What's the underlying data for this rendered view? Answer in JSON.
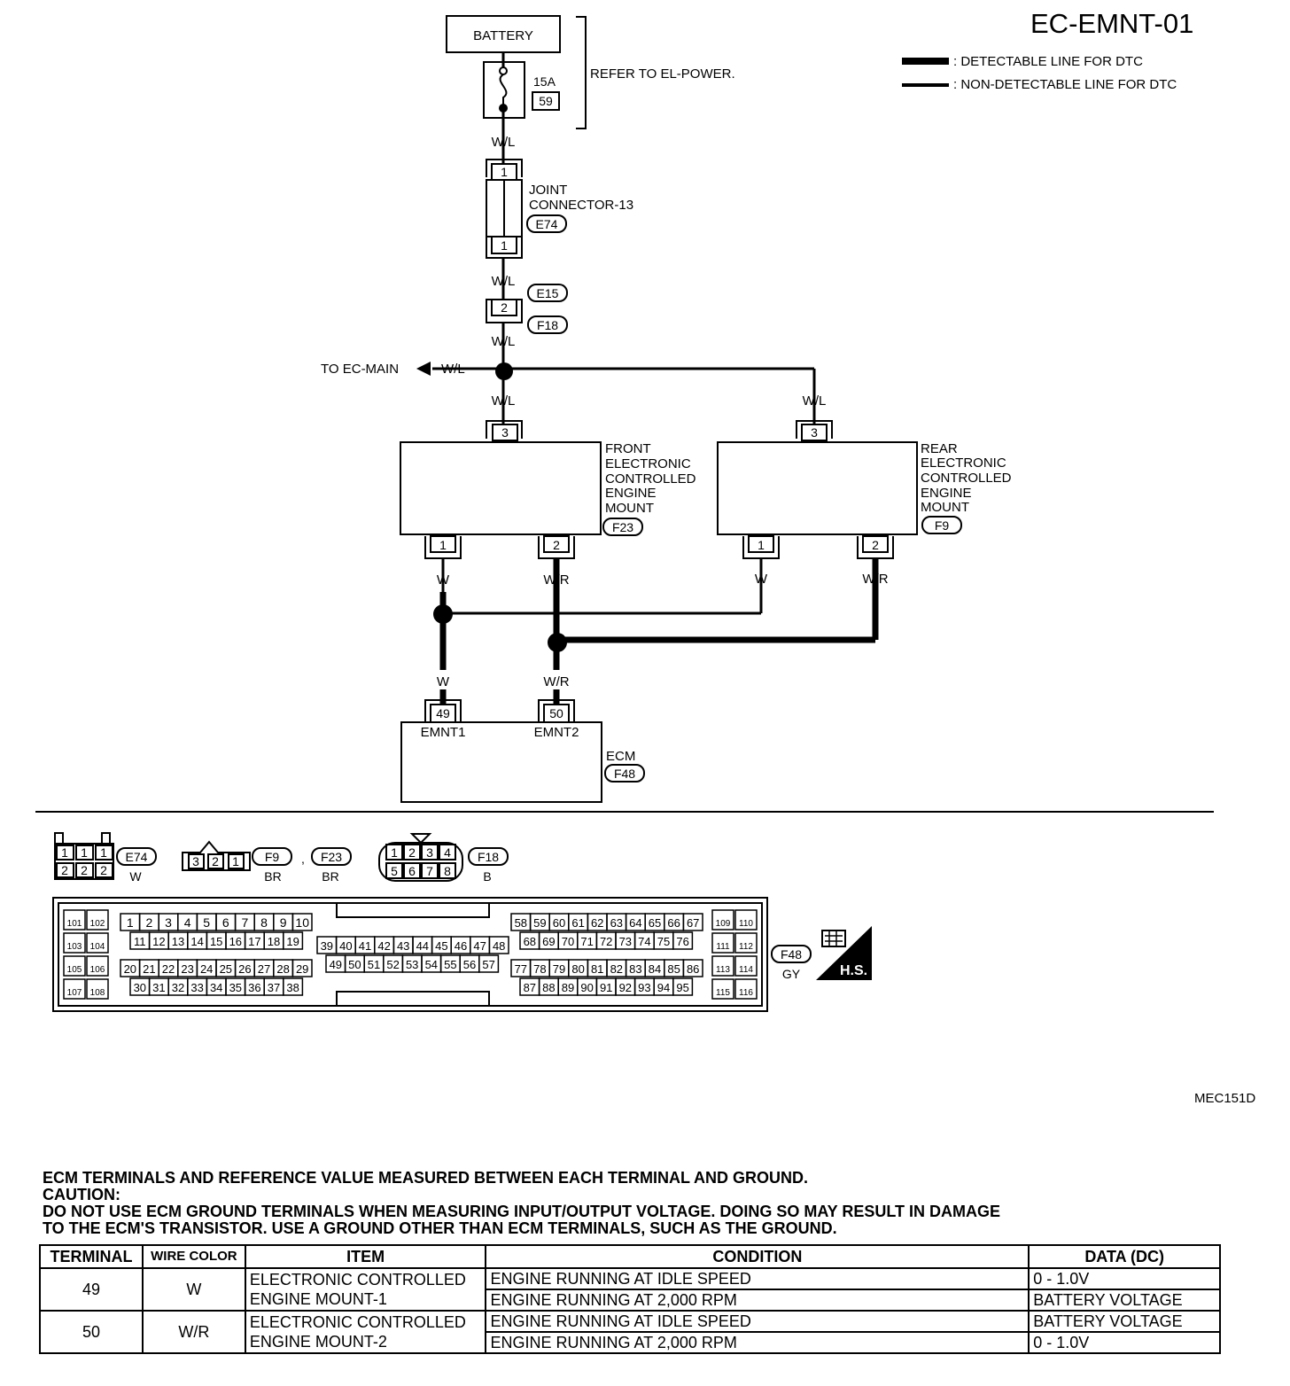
{
  "diagram": {
    "code": "EC-EMNT-01",
    "figure_id": "MEC151D",
    "legend": {
      "detectable": ": DETECTABLE LINE FOR DTC",
      "non_detectable": ": NON-DETECTABLE LINE FOR DTC"
    },
    "battery": "BATTERY",
    "fuse": {
      "rating": "15A",
      "number": "59"
    },
    "power_ref": "REFER TO EL-POWER.",
    "joint_connector": {
      "line1": "JOINT",
      "line2": "CONNECTOR-13",
      "code": "E74",
      "pin": "1"
    },
    "inline_connector": {
      "pin": "2",
      "code_top": "E15",
      "code_bottom": "F18"
    },
    "to_main": "TO EC-MAIN",
    "wire_colors": {
      "wl": "W/L",
      "w": "W",
      "wr": "W/R"
    },
    "front_mount": {
      "lines": [
        "FRONT",
        "ELECTRONIC",
        "CONTROLLED",
        "ENGINE",
        "MOUNT"
      ],
      "code": "F23",
      "pin_in": "3",
      "pin1": "1",
      "pin2": "2"
    },
    "rear_mount": {
      "lines": [
        "REAR",
        "ELECTRONIC",
        "CONTROLLED",
        "ENGINE",
        "MOUNT"
      ],
      "code": "F9",
      "pin_in": "3",
      "pin1": "1",
      "pin2": "2"
    },
    "ecm": {
      "name": "ECM",
      "code": "F48",
      "pin49": "49",
      "pin50": "50",
      "label49": "EMNT1",
      "label50": "EMNT2"
    }
  },
  "connectors": {
    "e74": {
      "code": "E74",
      "color": "W",
      "top": [
        "1",
        "1",
        "1"
      ],
      "bottom": [
        "2",
        "2",
        "2"
      ]
    },
    "f9_f23": {
      "code1": "F9",
      "code2": "F23",
      "color1": "BR",
      "color2": "BR",
      "sep": ",",
      "pins": [
        "3",
        "2",
        "1"
      ]
    },
    "f18": {
      "code": "F18",
      "color": "B",
      "top": [
        "1",
        "2",
        "3",
        "4"
      ],
      "bottom": [
        "5",
        "6",
        "7",
        "8"
      ]
    },
    "f48": {
      "code": "F48",
      "color": "GY",
      "hs": "H.S."
    }
  },
  "notes": {
    "line1": "ECM TERMINALS AND REFERENCE VALUE MEASURED BETWEEN EACH TERMINAL AND GROUND.",
    "line2": "CAUTION:",
    "line3": "DO NOT USE ECM GROUND TERMINALS WHEN MEASURING INPUT/OUTPUT VOLTAGE. DOING SO MAY RESULT IN  DAMAGE",
    "line4": "TO THE  ECM'S TRANSISTOR. USE A GROUND OTHER THAN ECM TERMINALS, SUCH AS THE GROUND."
  },
  "table": {
    "headers": {
      "terminal": "TERMINAL",
      "wire_color": "WIRE COLOR",
      "item": "ITEM",
      "condition": "CONDITION",
      "data": "DATA (DC)"
    },
    "rows": [
      {
        "terminal": "49",
        "wire_color": "W",
        "item": [
          "ELECTRONIC CONTROLLED",
          "ENGINE MOUNT-1"
        ],
        "conditions": [
          {
            "condition": "ENGINE RUNNING AT IDLE SPEED",
            "data": "0 - 1.0V"
          },
          {
            "condition": "ENGINE RUNNING AT 2,000 RPM",
            "data": "BATTERY VOLTAGE"
          }
        ]
      },
      {
        "terminal": "50",
        "wire_color": "W/R",
        "item": [
          "ELECTRONIC CONTROLLED",
          "ENGINE MOUNT-2"
        ],
        "conditions": [
          {
            "condition": "ENGINE RUNNING AT IDLE SPEED",
            "data": "BATTERY VOLTAGE"
          },
          {
            "condition": "ENGINE RUNNING AT 2,000 RPM",
            "data": "0 - 1.0V"
          }
        ]
      }
    ]
  }
}
